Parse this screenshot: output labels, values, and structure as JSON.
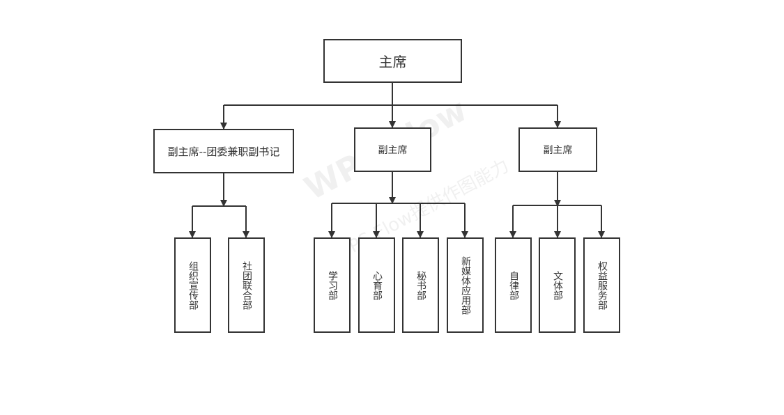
{
  "diagram": {
    "root": {
      "label": "主席"
    },
    "vice_chairs": [
      {
        "label": "副主席--团委兼职副书记",
        "departments": [
          "组织宣传部",
          "社团联合部"
        ]
      },
      {
        "label": "副主席",
        "departments": [
          "学习部",
          "心育部",
          "秘书部",
          "新媒体应用部"
        ]
      },
      {
        "label": "副主席",
        "departments": [
          "自律部",
          "文体部",
          "权益服务部"
        ]
      }
    ],
    "colors": {
      "line": "#333333",
      "border": "#333333",
      "text": "#333333"
    }
  },
  "watermark": {
    "main": "WPS Flow",
    "sub": "WPS Flow提供作图能力"
  }
}
